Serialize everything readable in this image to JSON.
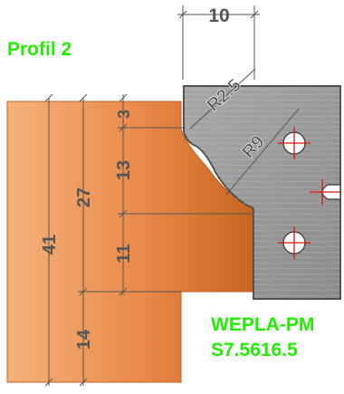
{
  "profile": {
    "title": "Profil 2"
  },
  "product": {
    "brand": "WEPLA-PM",
    "code": "S7.5616.5"
  },
  "dimensions": {
    "top_width": "10",
    "radius_small": "R2.5",
    "radius_large": "R9",
    "overall_height": "41",
    "profile_height": "27",
    "offset_3": "3",
    "height_13": "13",
    "height_11": "11",
    "base_14": "14"
  },
  "colors": {
    "wood_light": "#f0a36a",
    "wood_dark": "#b85a20",
    "cutter_grey": "#9a9a9a",
    "cutter_edge": "#5a5a5a",
    "dimension_line": "#555555",
    "label_green": "#22ee00",
    "crosshair_red": "#dd1111"
  }
}
